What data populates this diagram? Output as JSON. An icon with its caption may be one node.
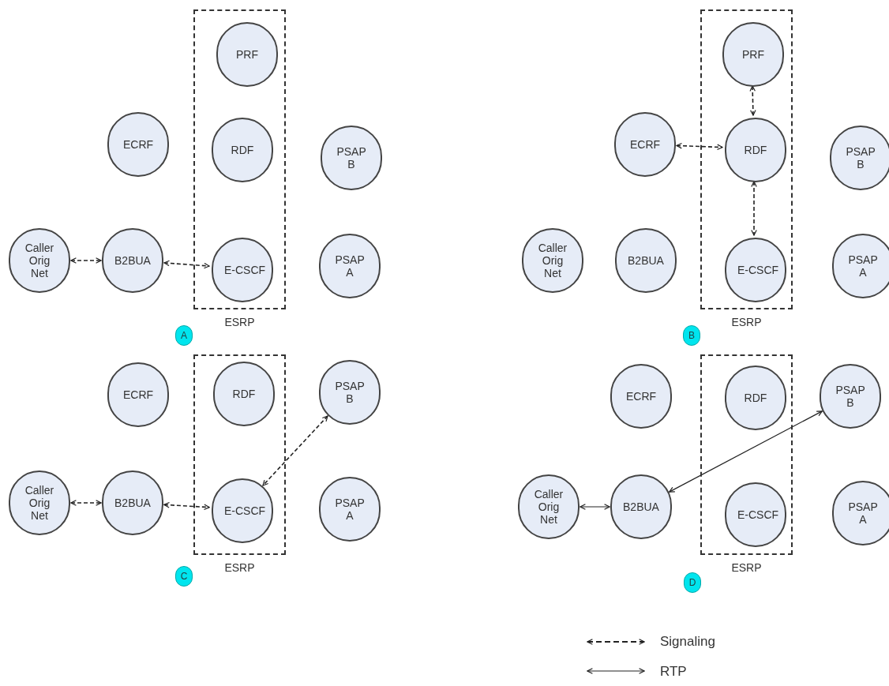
{
  "diagram": {
    "nodes": [
      {
        "text": [
          "ESRP"
        ]
      },
      {
        "text": [
          "PRF"
        ],
        "in": 0
      },
      {
        "text": [
          "ECRF"
        ]
      },
      {
        "text": [
          "RDF"
        ],
        "in": 0
      },
      {
        "text": [
          "PSAP B"
        ]
      },
      {
        "text": [
          "Caller Orig Net"
        ]
      },
      {
        "text": [
          "B2BUA"
        ]
      },
      {
        "text": [
          "E-CSCF"
        ],
        "in": 0
      },
      {
        "text": [
          "PSAP A"
        ]
      },
      {
        "text": [
          "A"
        ]
      },
      {
        "text": [
          "ESRP"
        ]
      },
      {
        "text": [
          "PRF"
        ],
        "in": 10
      },
      {
        "text": [
          "ECRF"
        ]
      },
      {
        "text": [
          "RDF"
        ],
        "in": 10
      },
      {
        "text": [
          "PSAP B"
        ]
      },
      {
        "text": [
          "Caller Orig Net"
        ]
      },
      {
        "text": [
          "B2BUA"
        ]
      },
      {
        "text": [
          "E-CSCF"
        ],
        "in": 10
      },
      {
        "text": [
          "PSAP A"
        ]
      },
      {
        "text": [
          "B"
        ]
      },
      {
        "text": [
          "ESRP"
        ]
      },
      {
        "text": [
          "ECRF"
        ]
      },
      {
        "text": [
          "RDF"
        ],
        "in": 20
      },
      {
        "text": [
          "PSAP B"
        ]
      },
      {
        "text": [
          "Caller Orig Net"
        ]
      },
      {
        "text": [
          "B2BUA"
        ]
      },
      {
        "text": [
          "E-CSCF"
        ],
        "in": 20
      },
      {
        "text": [
          "PSAP A"
        ]
      },
      {
        "text": [
          "C"
        ]
      },
      {
        "text": [
          "ESRP"
        ]
      },
      {
        "text": [
          "ECRF"
        ]
      },
      {
        "text": [
          "RDF"
        ],
        "in": 29
      },
      {
        "text": [
          "PSAP B"
        ]
      },
      {
        "text": [
          "Caller Orig Net"
        ]
      },
      {
        "text": [
          "B2BUA"
        ]
      },
      {
        "text": [
          "E-CSCF"
        ],
        "in": 29
      },
      {
        "text": [
          "PSAP A"
        ]
      },
      {
        "text": [
          "D"
        ]
      }
    ],
    "edges": [
      {
        "from": 5,
        "to": 6,
        "arrow": "both",
        "style": "dashed"
      },
      {
        "from": 6,
        "to": 7,
        "arrow": "both",
        "style": "dashed"
      },
      {
        "from": 11,
        "to": 13,
        "arrow": "both",
        "style": "dashed"
      },
      {
        "from": 12,
        "to": 13,
        "arrow": "both",
        "style": "dashed"
      },
      {
        "from": 13,
        "to": 17,
        "arrow": "both",
        "style": "dashed"
      },
      {
        "from": 24,
        "to": 25,
        "arrow": "both",
        "style": "dashed"
      },
      {
        "from": 25,
        "to": 26,
        "arrow": "both",
        "style": "dashed"
      },
      {
        "from": 23,
        "to": 26,
        "arrow": "both",
        "style": "dashed"
      },
      {
        "from": 33,
        "to": 34,
        "arrow": "both"
      },
      {
        "from": 34,
        "to": 32,
        "arrow": "both"
      }
    ],
    "legend": [
      {
        "text": "Signaling"
      },
      {
        "text": "RTP"
      }
    ]
  }
}
